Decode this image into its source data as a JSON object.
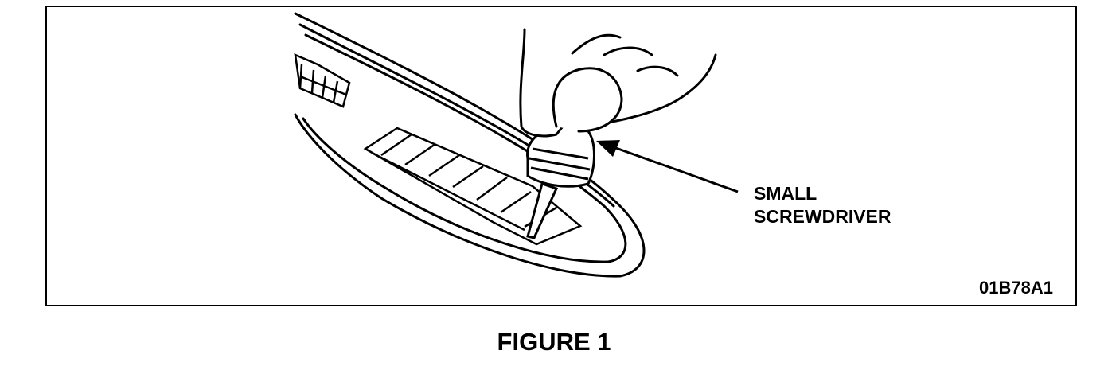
{
  "figure": {
    "callout_line1": "SMALL",
    "callout_line2": "SCREWDRIVER",
    "code": "01B78A1",
    "caption": "FIGURE 1"
  },
  "colors": {
    "line": "#000000",
    "fill": "#ffffff"
  }
}
